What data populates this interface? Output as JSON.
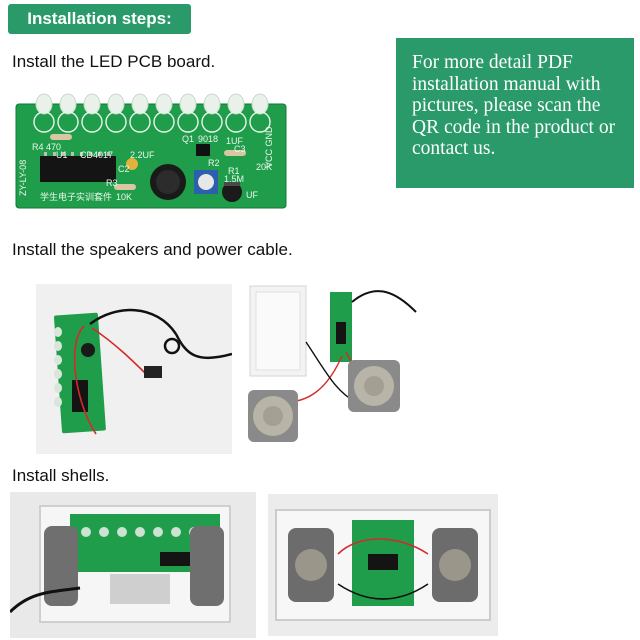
{
  "header": {
    "badge_label": "Installation steps:"
  },
  "steps": [
    {
      "title": "Install the LED PCB board."
    },
    {
      "title": "Install the speakers and power cable."
    },
    {
      "title": "Install shells."
    }
  ],
  "info_box": {
    "text": "For more detail PDF installation manual with pictures, please scan the QR code in the product or contact us."
  },
  "pcb_silkscreen": {
    "r4": "R4 470",
    "u1": "U1",
    "ic": "CD4017",
    "r3": "R3",
    "c2": "C2",
    "cap1": "2.2UF",
    "q": "Q1",
    "transistor": "9018",
    "c3": "1UF",
    "c3lbl": "C3",
    "r2": "R2",
    "r1": "R1",
    "r1val": "1.5M",
    "pot": "20K",
    "vcc": "VCC GND",
    "side": "ZY-LY-08",
    "footer": "学生电子实训套件",
    "k10": "10K",
    "uf": "UF",
    "cap_top": "1UF"
  },
  "colors": {
    "accent": "#2a9a6a",
    "pcb_green": "#1f9d4a"
  }
}
